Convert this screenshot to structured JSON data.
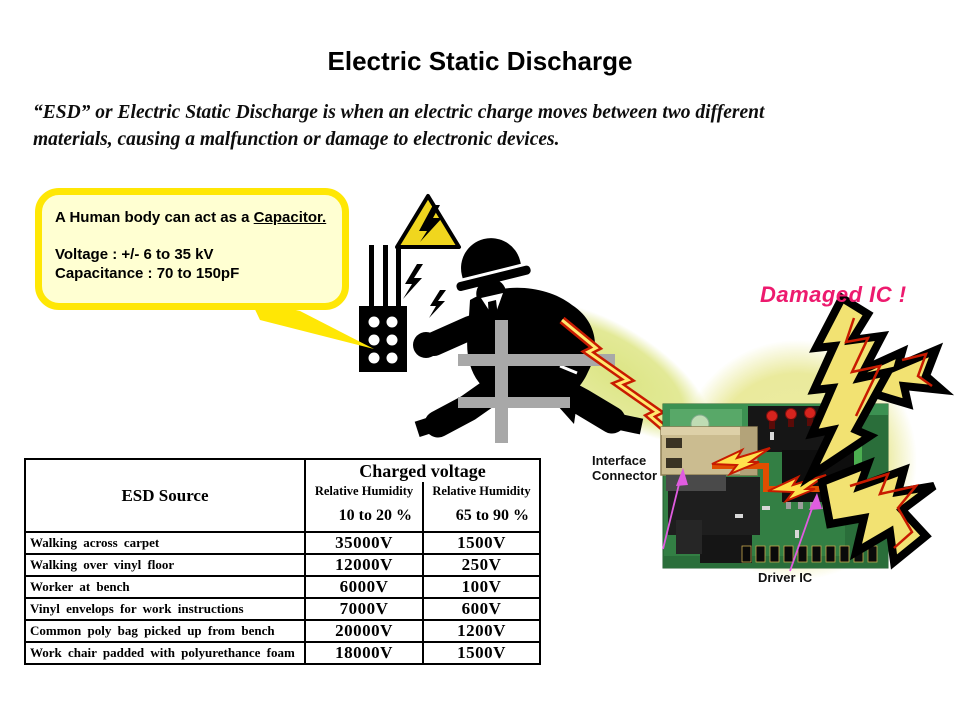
{
  "title": "Electric Static Discharge",
  "intro": {
    "line1": "“ESD” or Electric Static Discharge is when an electric charge moves between two different",
    "line2": "materials, causing a malfunction or damage to electronic devices."
  },
  "callout": {
    "line1_prefix": "A Human body can act as a ",
    "line1_underline": "Capacitor.",
    "voltage_line": "Voltage :  +/- 6 to 35 kV",
    "capacitance_line": "Capacitance : 70 to 150pF"
  },
  "figure": {
    "damaged_ic_label": "Damaged IC !",
    "interface_connector_line1": "Interface",
    "interface_connector_line2": "Connector",
    "driver_ic_label": "Driver IC",
    "icons": {
      "warning_icon": "high-voltage-warning-triangle",
      "worker_icon": "worker-silhouette",
      "bolt_icon": "lightning-bolt",
      "board_icon": "circuit-board-photo"
    }
  },
  "table": {
    "source_header": "ESD Source",
    "charged_voltage_header": "Charged voltage",
    "col_low": {
      "humidity_label": "Relative Humidity",
      "range": "10 to 20 %"
    },
    "col_high": {
      "humidity_label": "Relative Humidity",
      "range": "65 to 90 %"
    },
    "rows": [
      {
        "source": "Walking across carpet",
        "v_low": "35000V",
        "v_high": "1500V"
      },
      {
        "source": "Walking over vinyl floor",
        "v_low": "12000V",
        "v_high": "250V"
      },
      {
        "source": "Worker at bench",
        "v_low": "6000V",
        "v_high": "100V"
      },
      {
        "source": "Vinyl envelops for work instructions",
        "v_low": "7000V",
        "v_high": "600V"
      },
      {
        "source": "Common poly bag picked up from bench",
        "v_low": "20000V",
        "v_high": "1200V"
      },
      {
        "source": "Work chair padded with polyurethance foam",
        "v_low": "18000V",
        "v_high": "1500V"
      }
    ]
  },
  "colors": {
    "bubble_border": "#FFE705",
    "bubble_fill": "#FFFFD2",
    "damaged_ic_text": "#ED1A6E",
    "pointer_arrow": "#E05CE0",
    "pcb_green": "#337F44",
    "bolt_fill": "#F2E272",
    "bolt_outline": "#000000",
    "bolt_red": "#C81A00",
    "glow_yellow": "#ECECA0",
    "warning_yellow": "#F0D61E"
  }
}
